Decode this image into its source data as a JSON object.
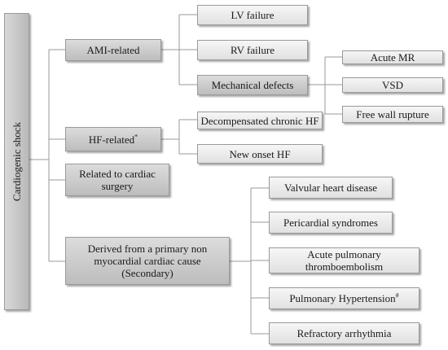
{
  "diagram": {
    "root": "Cardiogenic shock",
    "categories": {
      "ami": "AMI-related",
      "hf": "HF-related",
      "hf_mark": "*",
      "surgery": "Related  to cardiac surgery",
      "secondary": "Derived from a primary non myocardial cardiac cause (Secondary)"
    },
    "ami_children": {
      "lv": "LV failure",
      "rv": "RV failure",
      "mech": "Mechanical defects"
    },
    "mech_children": {
      "mr": "Acute MR",
      "vsd": "VSD",
      "fwr": "Free wall rupture"
    },
    "hf_children": {
      "dchf": "Decompensated chronic HF",
      "new": "New onset HF"
    },
    "secondary_children": {
      "valv": "Valvular heart disease",
      "peri": "Pericardial syndromes",
      "pe": "Acute pulmonary thromboembolism",
      "ph": "Pulmonary Hypertension",
      "ph_mark": "#",
      "arr": "Refractory arrhythmia"
    }
  }
}
